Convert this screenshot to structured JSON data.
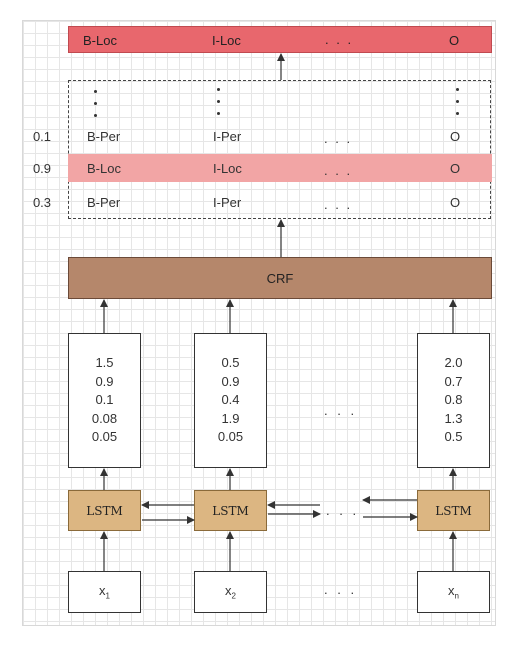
{
  "top_row": {
    "b": "B-Loc",
    "i": "I-Loc",
    "ellipsis": ". . .",
    "o": "O",
    "color": "#e8676d"
  },
  "candidates": [
    {
      "score": "0.1",
      "b": "B-Per",
      "i": "I-Per",
      "ellipsis": ". . .",
      "o": "O",
      "highlight": false
    },
    {
      "score": "0.9",
      "b": "B-Loc",
      "i": "I-Loc",
      "ellipsis": ". . .",
      "o": "O",
      "highlight": true
    },
    {
      "score": "0.3",
      "b": "B-Per",
      "i": "I-Per",
      "ellipsis": ". . .",
      "o": "O",
      "highlight": false
    }
  ],
  "crf": {
    "label": "CRF",
    "color": "#b5876b"
  },
  "vectors": [
    {
      "values": [
        "1.5",
        "0.9",
        "0.1",
        "0.08",
        "0.05"
      ]
    },
    {
      "values": [
        "0.5",
        "0.9",
        "0.4",
        "1.9",
        "0.05"
      ]
    },
    {
      "values": [
        "2.0",
        "0.7",
        "0.8",
        "1.3",
        "0.5"
      ]
    }
  ],
  "lstm": {
    "label": "LSTM",
    "color": "#dcb682"
  },
  "inputs": [
    {
      "base": "x",
      "sub": "1"
    },
    {
      "base": "x",
      "sub": "2"
    },
    {
      "base": "x",
      "sub": "n"
    }
  ],
  "ellipsis": ". . ."
}
